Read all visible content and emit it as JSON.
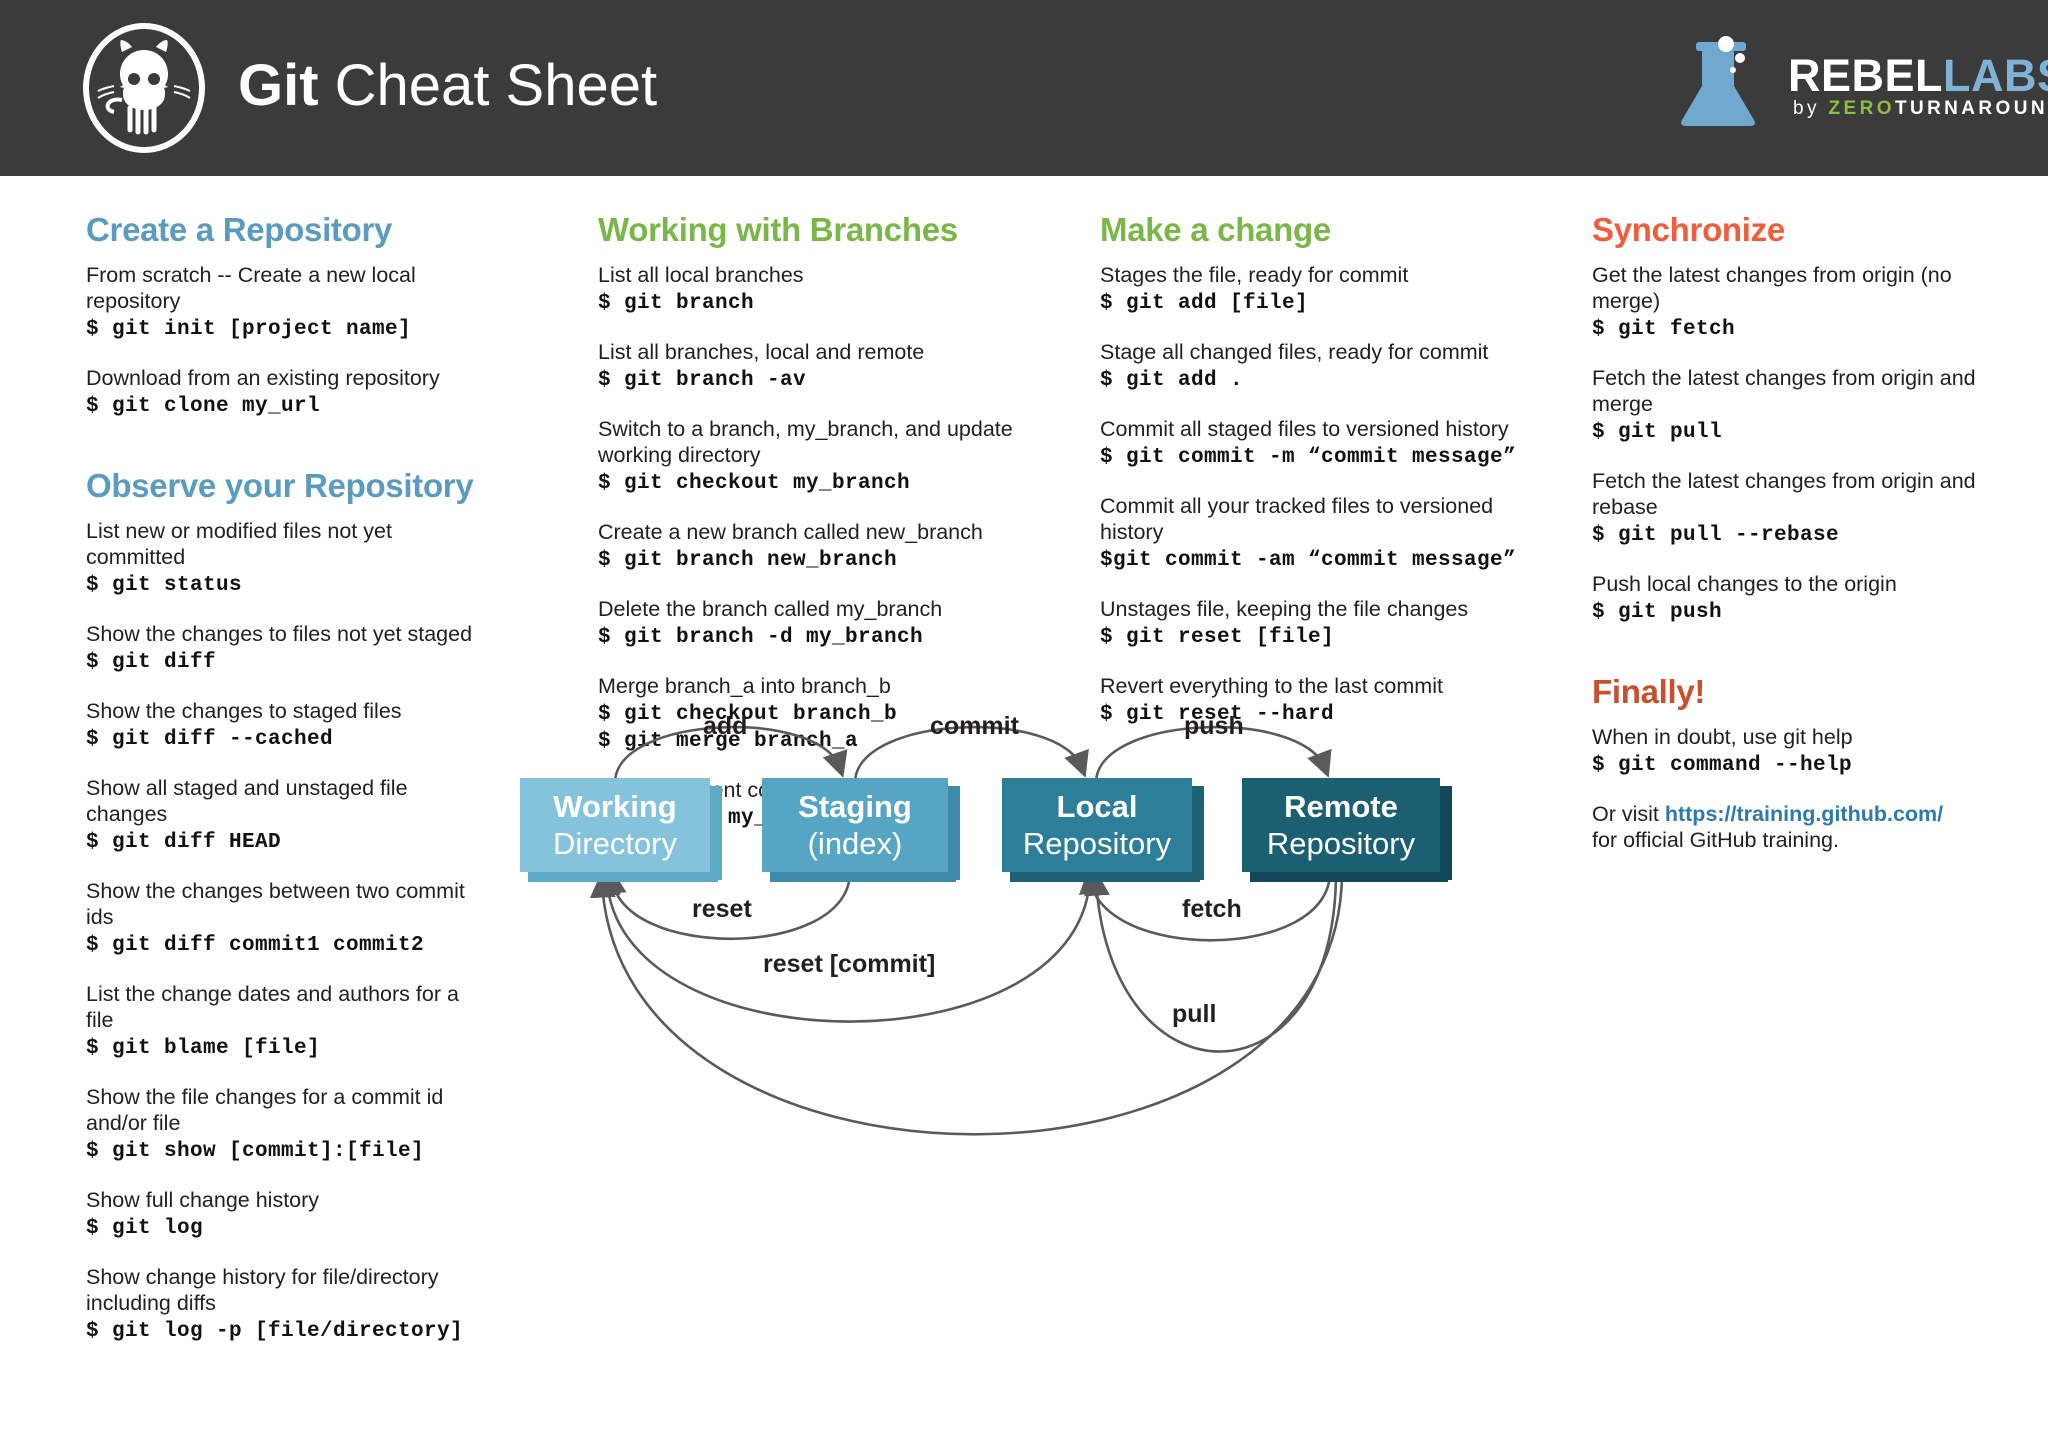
{
  "header": {
    "title_bold": "Git",
    "title_light": " Cheat Sheet",
    "logo_icon": "octocat-icon",
    "rebel": {
      "part1": "REBEL",
      "part2": "LABS",
      "by": "by ",
      "zero": "ZERO",
      "turnaround": "TURNAROUND"
    }
  },
  "colors": {
    "header_bg": "#3b3b3b",
    "blue_heading": "#5b9bbf",
    "green_heading": "#7ab648",
    "orange_heading": "#ef5d3c",
    "rust_heading": "#c8502c",
    "link": "#2c7ab0",
    "box_working": "#85c3dc",
    "box_staging": "#57a5c4",
    "box_local": "#2d7f99",
    "box_remote": "#1b5f73"
  },
  "columns": [
    {
      "id": "col1",
      "sections": [
        {
          "heading": "Create a Repository",
          "color": "blue",
          "entries": [
            {
              "desc": "From scratch -- Create a new local repository",
              "cmds": [
                "$ git init [project name]"
              ]
            },
            {
              "desc": "Download from an existing repository",
              "cmds": [
                "$ git clone my_url"
              ]
            }
          ]
        },
        {
          "heading": "Observe your Repository",
          "color": "blue",
          "entries": [
            {
              "desc": "List new or modified files not yet committed",
              "cmds": [
                "$ git status"
              ]
            },
            {
              "desc": "Show the changes to files not yet staged",
              "cmds": [
                "$ git diff"
              ]
            },
            {
              "desc": "Show the changes to staged files",
              "cmds": [
                "$ git diff --cached"
              ]
            },
            {
              "desc": "Show all staged and unstaged file changes",
              "cmds": [
                "$ git diff HEAD"
              ]
            },
            {
              "desc": "Show the changes between two commit ids",
              "cmds": [
                "$ git diff commit1 commit2"
              ]
            },
            {
              "desc": "List the change dates and authors for a file",
              "cmds": [
                "$ git blame [file]"
              ]
            },
            {
              "desc": "Show the file changes for a commit id and/or file",
              "cmds": [
                "$ git show [commit]:[file]"
              ]
            },
            {
              "desc": "Show full change history",
              "cmds": [
                "$ git log"
              ]
            },
            {
              "desc": "Show change history for file/directory including diffs",
              "cmds": [
                "$ git log -p [file/directory]"
              ]
            }
          ]
        }
      ]
    },
    {
      "id": "col2",
      "sections": [
        {
          "heading": "Working with Branches",
          "color": "green",
          "entries": [
            {
              "desc": "List all local branches",
              "cmds": [
                "$ git branch"
              ]
            },
            {
              "desc": "List all branches, local and remote",
              "cmds": [
                "$ git branch -av"
              ]
            },
            {
              "desc": "Switch to a branch, my_branch, and update working directory",
              "cmds": [
                "$ git checkout my_branch"
              ]
            },
            {
              "desc": "Create a new branch called new_branch",
              "cmds": [
                "$ git branch new_branch"
              ]
            },
            {
              "desc": "Delete the branch called my_branch",
              "cmds": [
                "$ git branch -d my_branch"
              ]
            },
            {
              "desc": "Merge branch_a into branch_b",
              "cmds": [
                "$ git checkout branch_b",
                "$ git merge branch_a"
              ]
            },
            {
              "desc": "Tag the current commit",
              "cmds": [
                "$ git tag my_tag"
              ]
            }
          ]
        }
      ]
    },
    {
      "id": "col3",
      "sections": [
        {
          "heading": "Make a change",
          "color": "green",
          "entries": [
            {
              "desc": "Stages the file, ready for commit",
              "cmds": [
                "$ git add [file]"
              ]
            },
            {
              "desc": "Stage all changed files, ready for commit",
              "cmds": [
                "$ git add ."
              ]
            },
            {
              "desc": "Commit all staged files to versioned history",
              "cmds": [
                "$ git commit -m “commit message”"
              ]
            },
            {
              "desc": "Commit all your tracked files to versioned history",
              "cmds": [
                "$git commit -am “commit message”"
              ]
            },
            {
              "desc": "Unstages file, keeping the file changes",
              "cmds": [
                "$ git reset [file]"
              ]
            },
            {
              "desc": "Revert everything to the last commit",
              "cmds": [
                "$ git reset --hard"
              ]
            }
          ]
        }
      ]
    },
    {
      "id": "col4",
      "sections": [
        {
          "heading": "Synchronize",
          "color": "orange",
          "entries": [
            {
              "desc": "Get the latest changes from origin (no merge)",
              "cmds": [
                "$ git fetch"
              ]
            },
            {
              "desc": "Fetch the latest changes from origin and merge",
              "cmds": [
                "$ git pull"
              ]
            },
            {
              "desc": "Fetch the latest changes from origin and rebase",
              "cmds": [
                "$ git pull --rebase"
              ]
            },
            {
              "desc": "Push local changes to the origin",
              "cmds": [
                "$ git push"
              ]
            }
          ]
        },
        {
          "heading": "Finally!",
          "color": "rust",
          "entries": [
            {
              "desc": "When in doubt, use git help",
              "cmds": [
                "$ git command --help"
              ]
            }
          ],
          "footer": {
            "prefix": "Or visit ",
            "link": "https://training.github.com/",
            "suffix": "for official GitHub training."
          }
        }
      ]
    }
  ],
  "diagram": {
    "boxes": [
      {
        "name": "working-directory-box",
        "line1": "Working",
        "line2": "Directory",
        "color": "#85c3dc"
      },
      {
        "name": "staging-index-box",
        "line1": "Staging",
        "line2": "(index)",
        "color": "#57a5c4"
      },
      {
        "name": "local-repository-box",
        "line1": "Local",
        "line2": "Repository",
        "color": "#2d7f99"
      },
      {
        "name": "remote-repository-box",
        "line1": "Remote",
        "line2": "Repository",
        "color": "#1b5f73"
      }
    ],
    "arrow_labels": {
      "add": "add",
      "commit": "commit",
      "push": "push",
      "reset": "reset",
      "fetch": "fetch",
      "reset_commit": "reset [commit]",
      "pull": "pull"
    }
  }
}
